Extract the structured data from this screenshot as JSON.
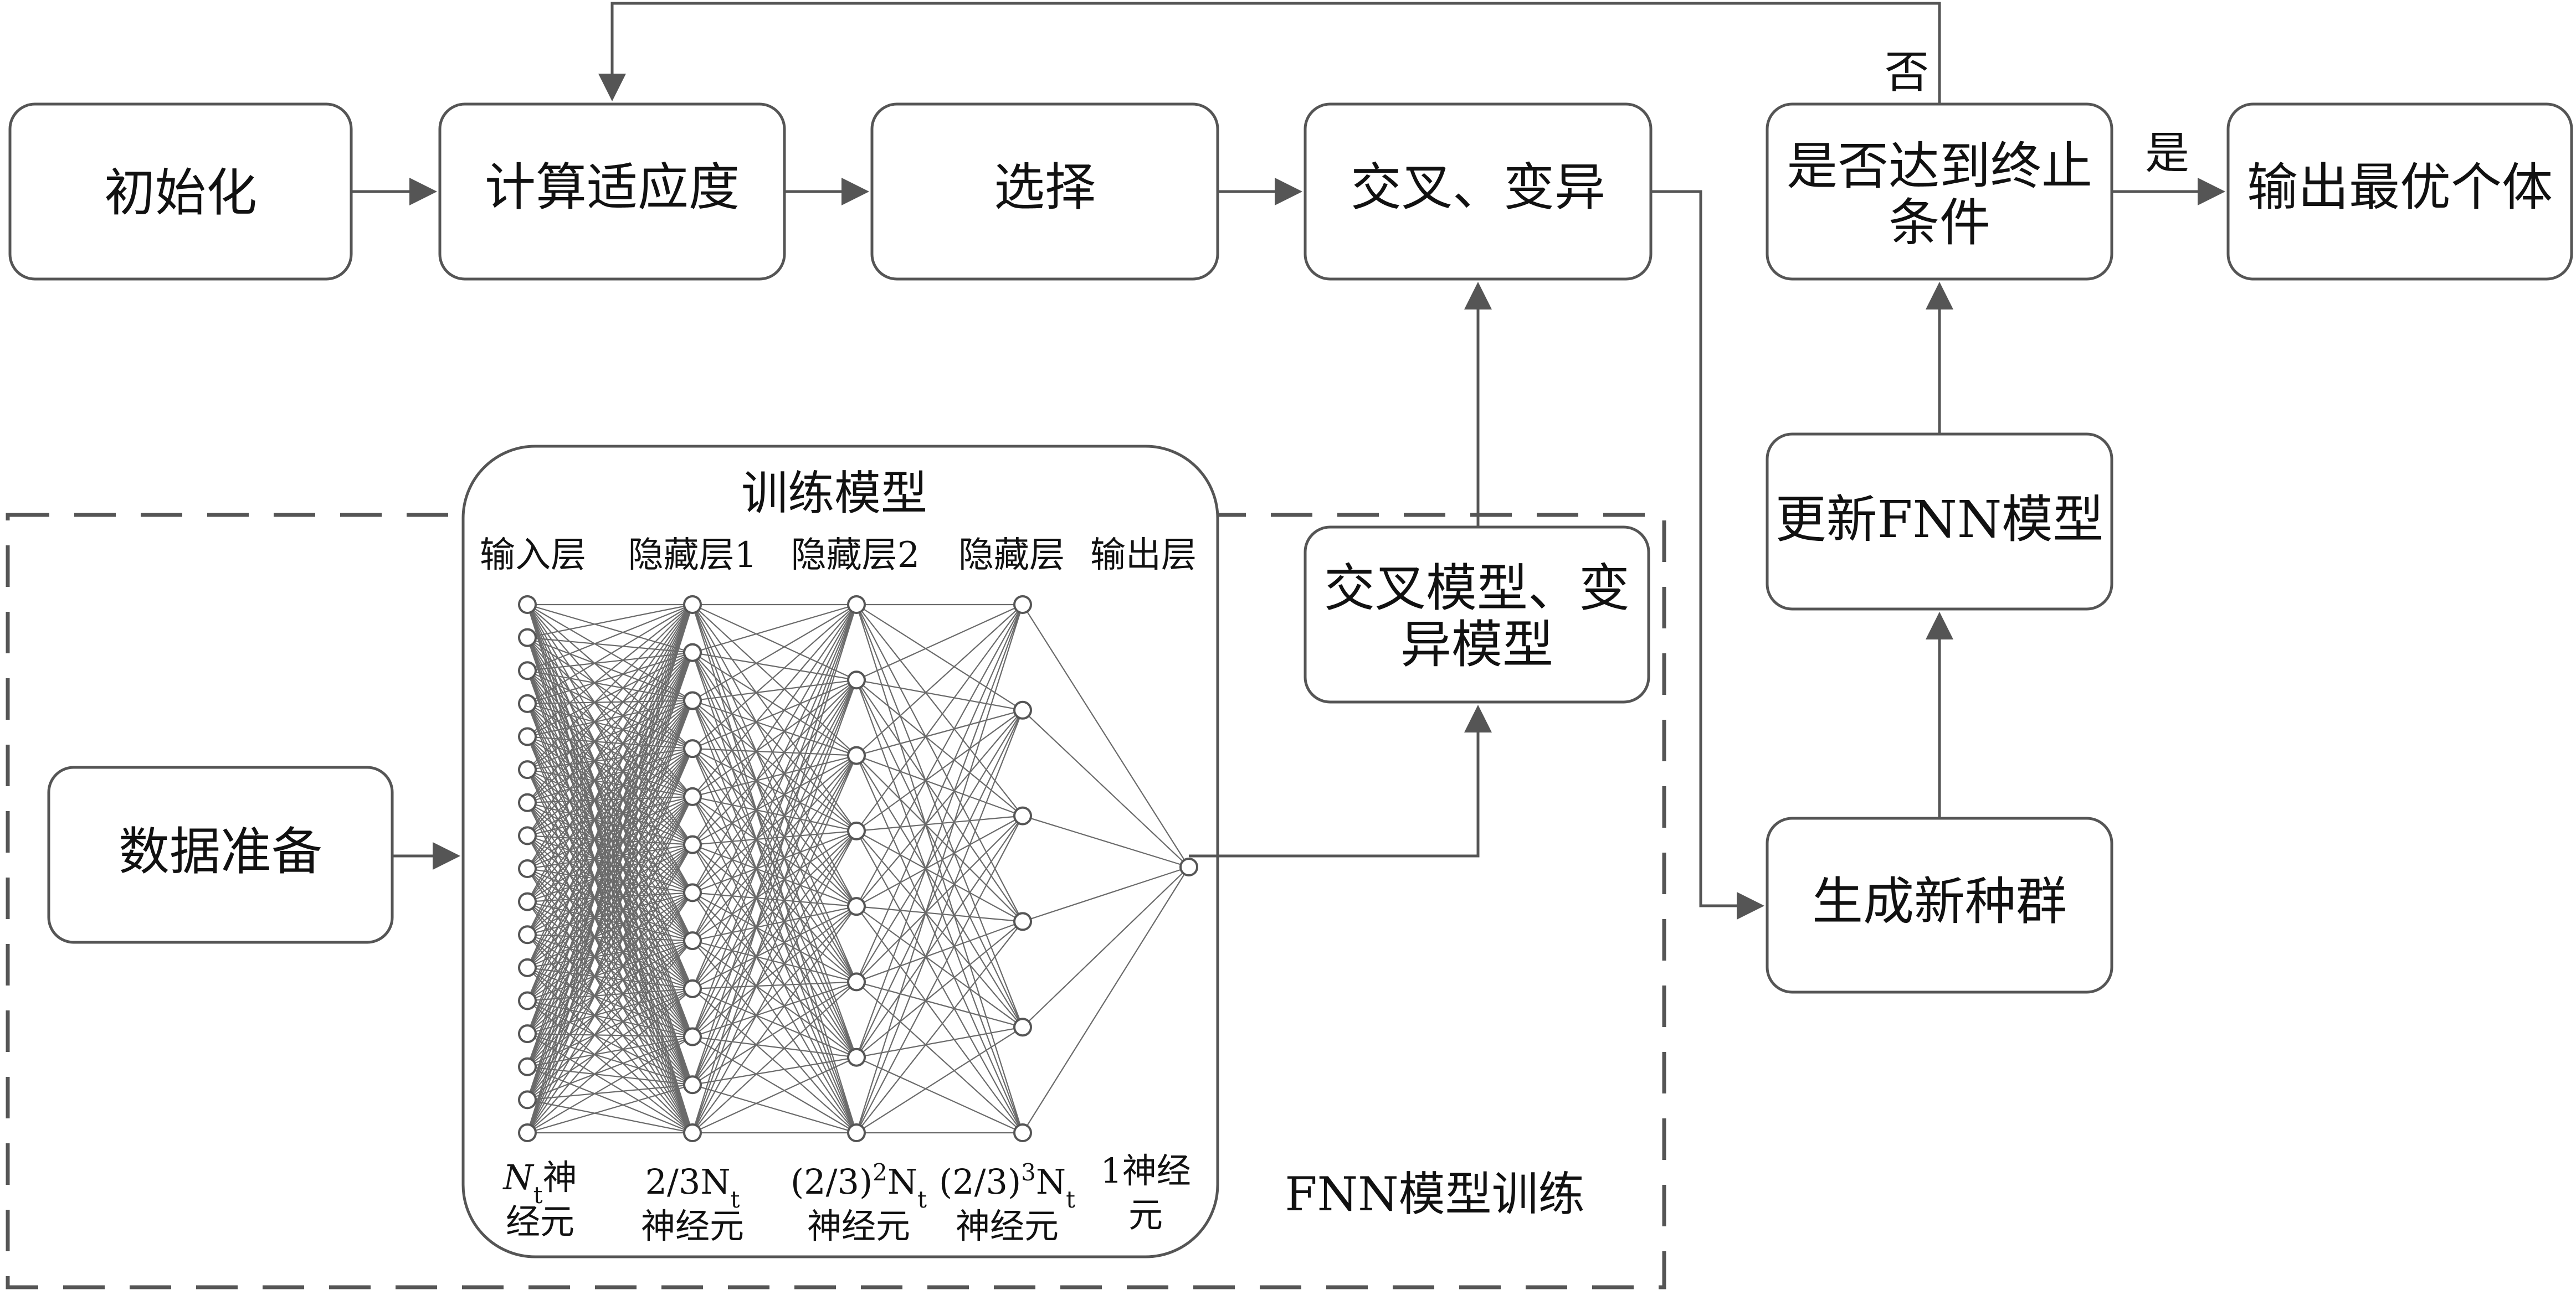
{
  "top_flow": {
    "init": "初始化",
    "fitness": "计算适应度",
    "select": "选择",
    "crossover_mutation": "交叉、变异",
    "terminate_line1": "是否达到终止",
    "terminate_line2": "条件",
    "output": "输出最优个体",
    "label_no": "否",
    "label_yes": "是"
  },
  "right_column": {
    "update_model": "更新FNN模型",
    "new_population": "生成新种群"
  },
  "fnn_training": {
    "section_label": "FNN模型训练",
    "data_prep": "数据准备",
    "model_box_line1": "交叉模型、变",
    "model_box_line2": "异模型",
    "train_title": "训练模型",
    "layers": [
      {
        "name": "输入层",
        "note_line1": "N",
        "note_line1_sub": "t",
        "note_line1_tail": "神",
        "note_line2": "经元",
        "nodes": 17
      },
      {
        "name": "隐藏层1",
        "note_line1": "2/3N",
        "note_line1_sub": "t",
        "note_line2": "神经元",
        "nodes": 12
      },
      {
        "name": "隐藏层2",
        "note_line1": "(2/3)",
        "note_line1_sup": "2",
        "note_line1_tail": "N",
        "note_line1_sub": "t",
        "note_line2": "神经元",
        "nodes": 8
      },
      {
        "name": "隐藏层",
        "note_line1": "(2/3)",
        "note_line1_sup": "3",
        "note_line1_tail": "N",
        "note_line1_sub": "t",
        "note_line2": "神经元",
        "nodes": 6
      },
      {
        "name": "输出层",
        "note_line1": "1神经",
        "note_line2": "元",
        "nodes": 1
      }
    ]
  },
  "colors": {
    "stroke": "#555555",
    "text": "#111111",
    "background": "#ffffff"
  }
}
